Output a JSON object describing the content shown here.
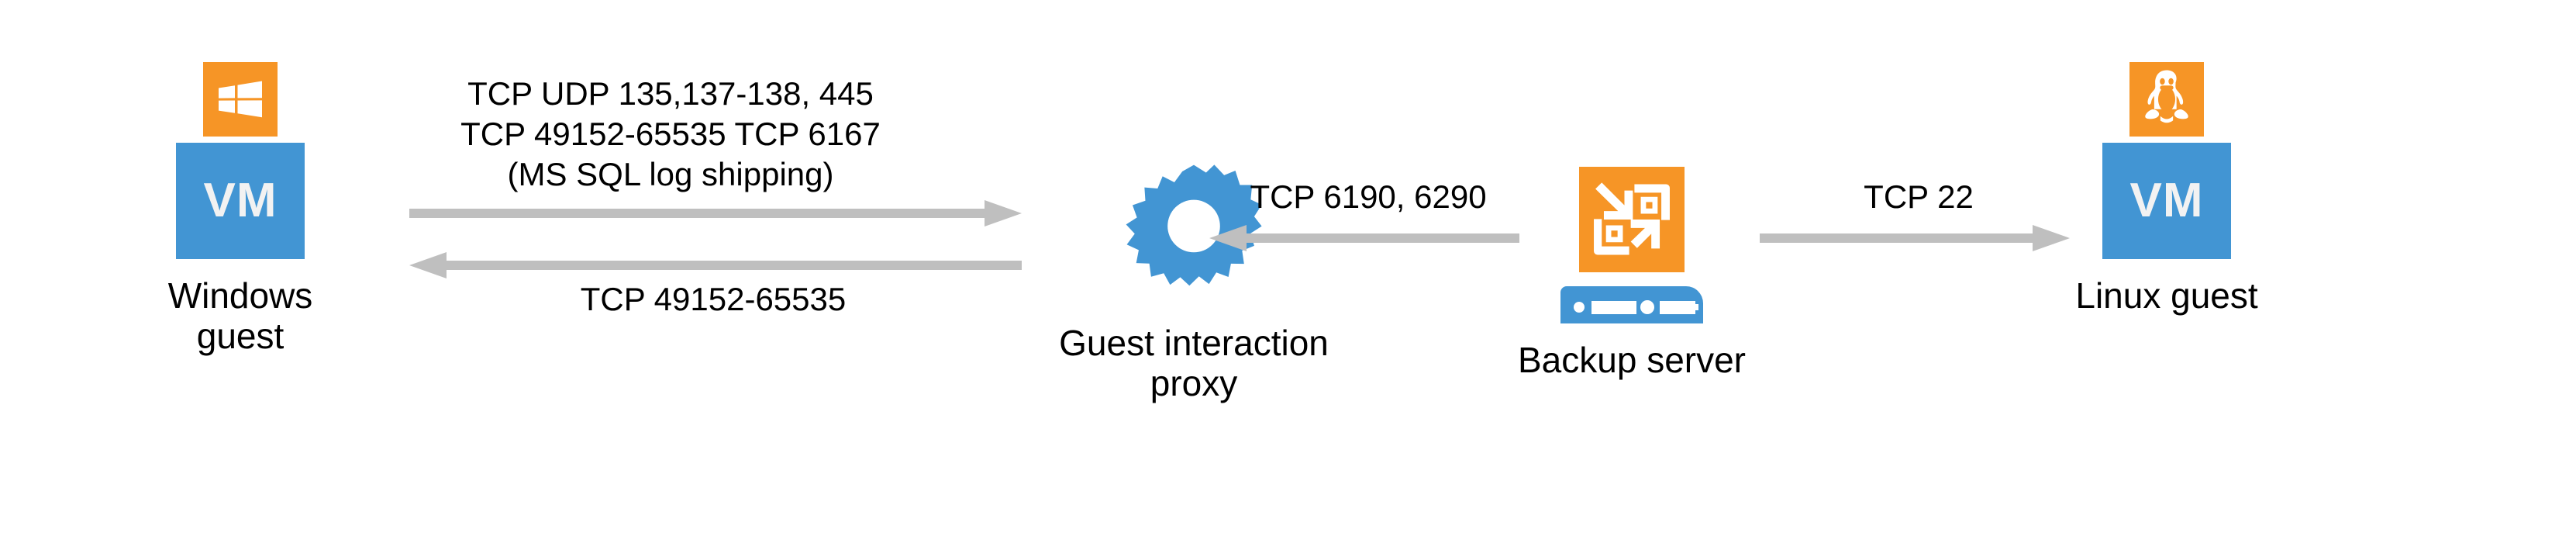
{
  "diagram": {
    "title": "Guest interaction proxy network ports diagram",
    "background_color": "#ffffff",
    "colors": {
      "orange": "#F69526",
      "blue": "#4295D3",
      "arrow_gray": "#BFBFBF",
      "text": "#000000",
      "vm_label": "#F2F2F2"
    }
  },
  "nodes": {
    "windows_guest": {
      "os_icon": "windows-logo-icon",
      "box_label": "VM",
      "caption": "Windows guest"
    },
    "guest_interaction_proxy": {
      "icon": "gear-icon",
      "caption": "Guest interaction\nproxy"
    },
    "backup_server": {
      "icon": "backup-restore-icon",
      "secondary_icon": "server-rack-icon",
      "caption": "Backup server"
    },
    "linux_guest": {
      "os_icon": "linux-penguin-icon",
      "box_label": "VM",
      "caption": "Linux guest"
    }
  },
  "links": [
    {
      "id": "windows-to-proxy",
      "direction": "right",
      "label": "TCP UDP 135,137-138, 445\nTCP 49152-65535 TCP 6167\n(MS SQL log shipping)",
      "label_position": "above"
    },
    {
      "id": "proxy-to-windows",
      "direction": "left",
      "label": "TCP 49152-65535",
      "label_position": "below"
    },
    {
      "id": "backup-to-proxy",
      "direction": "left",
      "label": "TCP 6190, 6290",
      "label_position": "above"
    },
    {
      "id": "backup-to-linux",
      "direction": "right",
      "label": "TCP 22",
      "label_position": "above"
    }
  ]
}
